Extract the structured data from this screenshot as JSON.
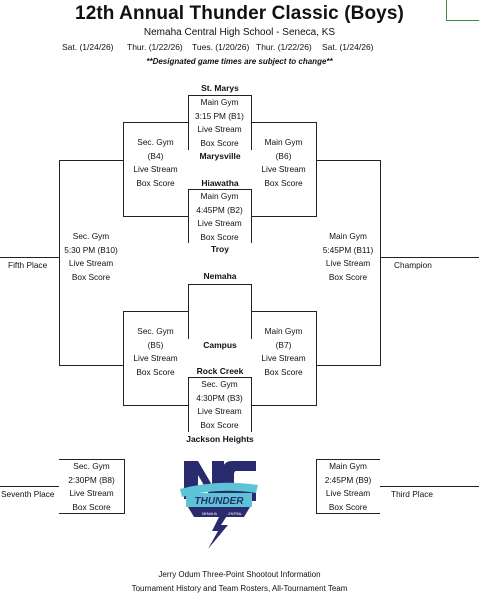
{
  "header": {
    "title": "12th Annual Thunder Classic (Boys)",
    "subtitle": "Nemaha Central High School - Seneca, KS",
    "dates": [
      "Sat. (1/24/26)",
      "Thur. (1/22/26)",
      "Tues. (1/20/26)",
      "Thur. (1/22/26)",
      "Sat. (1/24/26)"
    ],
    "notice": "**Designated game times are subject to change**"
  },
  "teams": {
    "st_marys": "St. Marys",
    "marysville": "Marysville",
    "hiawatha": "Hiawatha",
    "troy": "Troy",
    "nemaha": "Nemaha",
    "campus": "Campus",
    "rock_creek": "Rock Creek",
    "jackson_heights": "Jackson Heights"
  },
  "games": {
    "b1": {
      "gym": "Main Gym",
      "time": "3:15 PM (B1)",
      "stream": "Live Stream",
      "box": "Box Score"
    },
    "b2": {
      "gym": "Main Gym",
      "time": "4:45PM (B2)",
      "stream": "Live Stream",
      "box": "Box Score"
    },
    "b3": {
      "gym": "Sec. Gym",
      "time": "4:30PM (B3)",
      "stream": "Live Stream",
      "box": "Box Score"
    },
    "b4": {
      "gym": "Sec. Gym",
      "time": "(B4)",
      "stream": "Live Stream",
      "box": "Box Score"
    },
    "b5": {
      "gym": "Sec. Gym",
      "time": "(B5)",
      "stream": "Live Stream",
      "box": "Box Score"
    },
    "b6": {
      "gym": "Main Gym",
      "time": "(B6)",
      "stream": "Live Stream",
      "box": "Box Score"
    },
    "b7": {
      "gym": "Main Gym",
      "time": "(B7)",
      "stream": "Live Stream",
      "box": "Box Score"
    },
    "b8": {
      "gym": "Sec. Gym",
      "time": "2:30PM (B8)",
      "stream": "Live Stream",
      "box": "Box Score"
    },
    "b9": {
      "gym": "Main Gym",
      "time": "2:45PM (B9)",
      "stream": "Live Stream",
      "box": "Box Score"
    },
    "b10": {
      "gym": "Sec. Gym",
      "time": "5:30 PM (B10)",
      "stream": "Live Stream",
      "box": "Box Score"
    },
    "b11": {
      "gym": "Main Gym",
      "time": "5:45PM (B11)",
      "stream": "Live Stream",
      "box": "Box Score"
    }
  },
  "places": {
    "fifth": "Fifth Place",
    "champion": "Champion",
    "seventh": "Seventh Place",
    "third": "Third Place"
  },
  "footer": {
    "line1": "Jerry Odum Three-Point Shootout Information",
    "line2": "Tournament History and Team Rosters, All-Tournament Team"
  },
  "logo": {
    "icon": "nc-thunder-logo-icon",
    "wordmark": "THUNDER",
    "left_text": "NEMAHA",
    "right_text": "CENTRAL",
    "color_primary": "#2a2a6e",
    "color_accent": "#5fc3d6"
  }
}
